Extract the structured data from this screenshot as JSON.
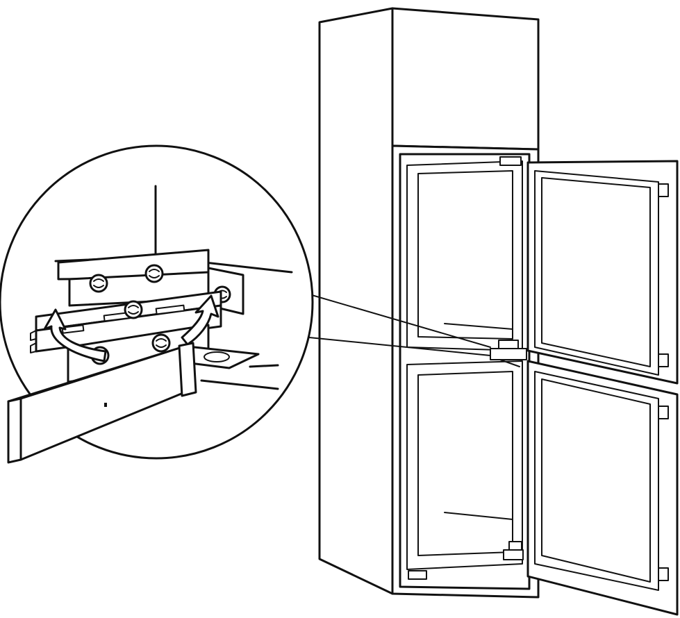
{
  "figure": {
    "type": "line-art installation illustration",
    "subjects": [
      "built-in-cabinet",
      "two-door-fridge-freezer",
      "open-right-hand-doors",
      "hinge-detail-magnifier",
      "hinge-plate",
      "screws",
      "lever-tool",
      "rotation-arrows"
    ],
    "colors": {
      "line": "#111111",
      "background": "#ffffff"
    }
  }
}
